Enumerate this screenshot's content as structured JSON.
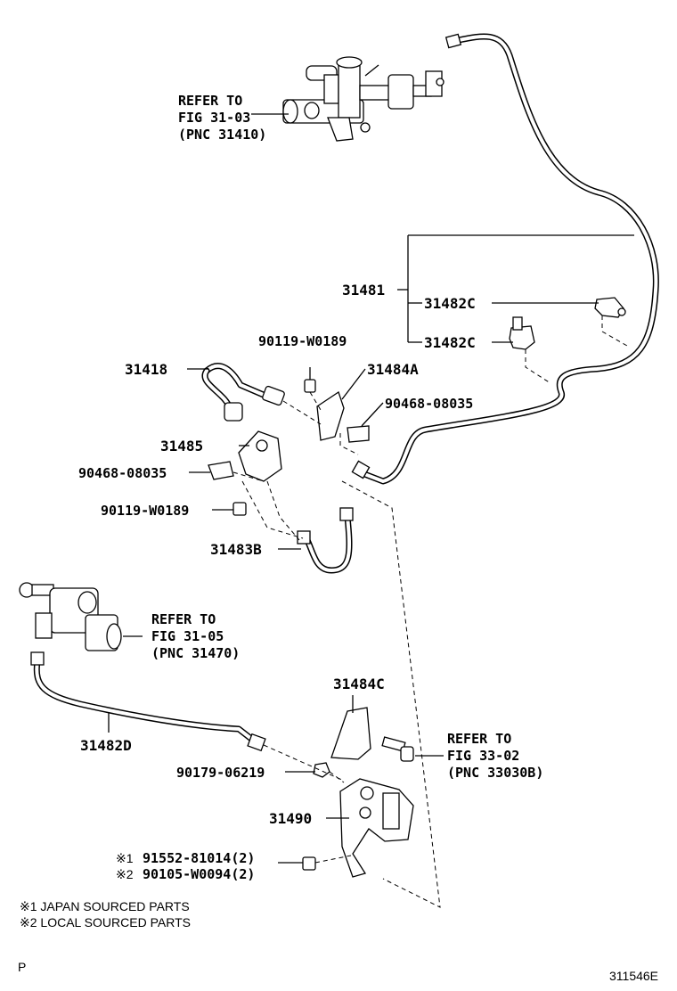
{
  "callouts": {
    "p31481": "31481",
    "p31482c_1": "31482C",
    "p31482c_2": "31482C",
    "p90119_top": "90119-W0189",
    "p31484a": "31484A",
    "p31418": "31418",
    "p90468_right": "90468-08035",
    "p31485": "31485",
    "p90468_left": "90468-08035",
    "p90119_bottom": "90119-W0189",
    "p31483b": "31483B",
    "p31484c": "31484C",
    "p31482d": "31482D",
    "p90179": "90179-06219",
    "p31490": "31490",
    "p91552": "91552-81014(2)",
    "p90105": "90105-W0094(2)",
    "mark1": "※1",
    "mark2": "※2"
  },
  "refer_blocks": {
    "fig31_03": {
      "l1": "REFER TO",
      "l2": "FIG 31-03",
      "l3": "(PNC 31410)"
    },
    "fig31_05": {
      "l1": "REFER TO",
      "l2": "FIG 31-05",
      "l3": "(PNC 31470)"
    },
    "fig33_02": {
      "l1": "REFER TO",
      "l2": "FIG 33-02",
      "l3": "(PNC 33030B)"
    }
  },
  "notes": {
    "note1": "※1 JAPAN SOURCED PARTS",
    "note2": "※2 LOCAL SOURCED PARTS"
  },
  "footer": {
    "left_mark": "P",
    "diagram_id": "311546E"
  }
}
